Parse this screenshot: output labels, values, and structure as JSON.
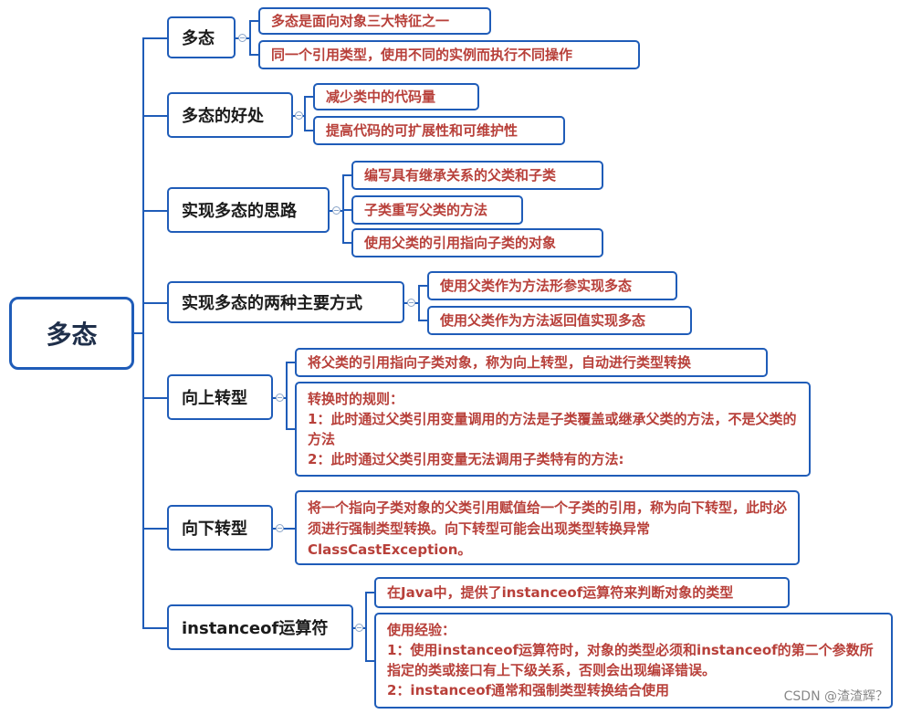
{
  "root": "多态",
  "branches": [
    {
      "label": "多态",
      "leaves": [
        "多态是面向对象三大特征之一",
        "同一个引用类型，使用不同的实例而执行不同操作"
      ]
    },
    {
      "label": "多态的好处",
      "leaves": [
        "减少类中的代码量",
        "提高代码的可扩展性和可维护性"
      ]
    },
    {
      "label": "实现多态的思路",
      "leaves": [
        "编写具有继承关系的父类和子类",
        "子类重写父类的方法",
        "使用父类的引用指向子类的对象"
      ]
    },
    {
      "label": "实现多态的两种主要方式",
      "leaves": [
        "使用父类作为方法形参实现多态",
        "使用父类作为方法返回值实现多态"
      ]
    },
    {
      "label": "向上转型",
      "leaves": [
        "将父类的引用指向子类对象，称为向上转型，自动进行类型转换",
        [
          "转换时的规则：",
          "1：此时通过父类引用变量调用的方法是子类覆盖或继承父类的方法，不是父类的方法",
          "2：此时通过父类引用变量无法调用子类特有的方法:"
        ]
      ]
    },
    {
      "label": "向下转型",
      "leaves": [
        "将一个指向子类对象的父类引用赋值给一个子类的引用，称为向下转型，此时必须进行强制类型转换。向下转型可能会出现类型转换异常ClassCastException。"
      ]
    },
    {
      "label": "instanceof运算符",
      "leaves": [
        "在Java中，提供了instanceof运算符来判断对象的类型",
        [
          "使用经验：",
          "1：使用instanceof运算符时，对象的类型必须和instanceof的第二个参数所指定的类或接口有上下级关系，否则会出现编译错误。",
          "2：instanceof通常和强制类型转换结合使用"
        ]
      ]
    }
  ],
  "watermark": "CSDN @渣渣辉？"
}
